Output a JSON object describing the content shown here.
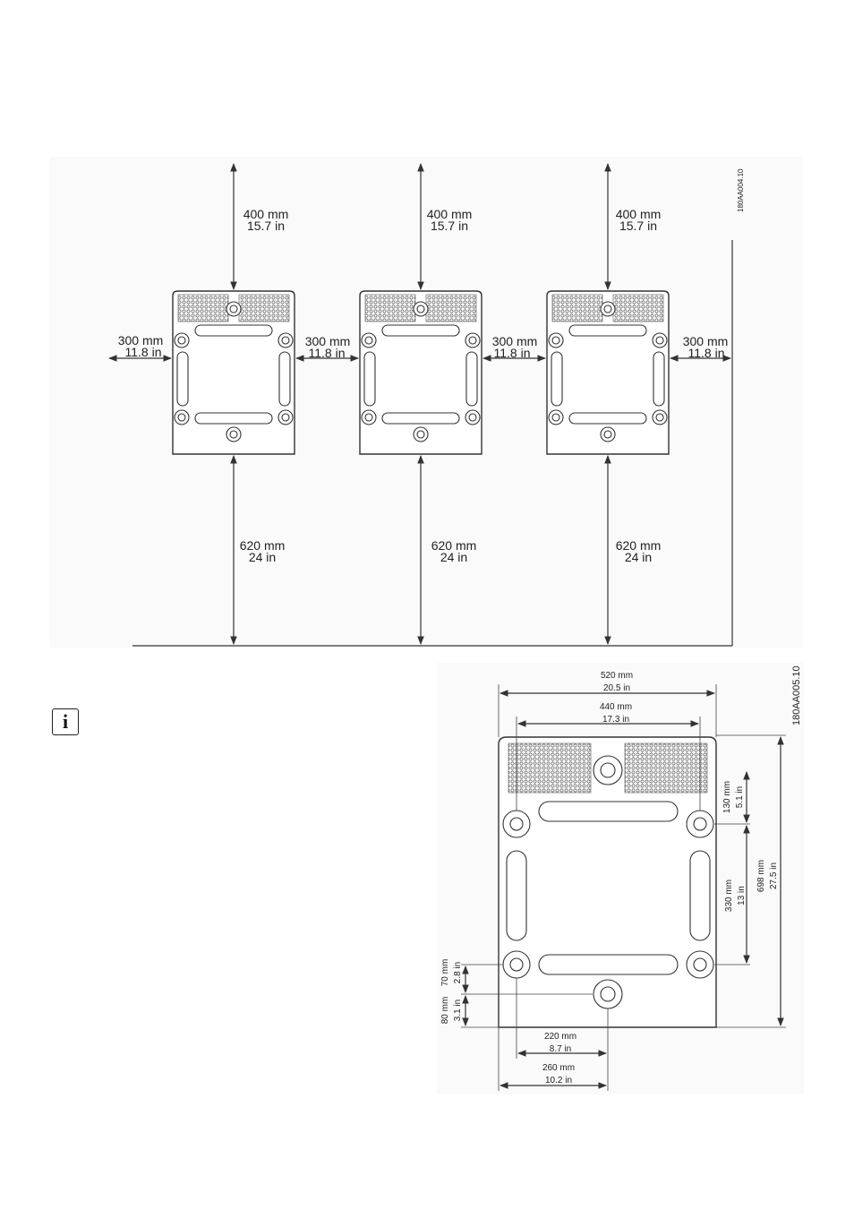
{
  "figure_top": {
    "code": "180AA004.10",
    "top_clearance": [
      "400 mm",
      "15.7 in"
    ],
    "side_clearance": [
      "300 mm",
      "11.8 in"
    ],
    "bottom_clearance": [
      "620 mm",
      "24 in"
    ]
  },
  "figure_bottom": {
    "code": "180AA005.10",
    "width_outer": [
      "520 mm",
      "20.5 in"
    ],
    "width_inner": [
      "440 mm",
      "17.3 in"
    ],
    "height_total": [
      "698 mm",
      "27.5 in"
    ],
    "top_hole_offset": [
      "130 mm",
      "5.1 in"
    ],
    "hole_spacing_v": [
      "330 mm",
      "13 in"
    ],
    "bottom_hole_offset": [
      "70 mm",
      "2.8 in"
    ],
    "bottom_center_offset": [
      "80 mm",
      "3.1 in"
    ],
    "dim_220": [
      "220 mm",
      "8.7 in"
    ],
    "dim_260": [
      "260 mm",
      "10.2 in"
    ]
  },
  "info_icon": "info-icon"
}
